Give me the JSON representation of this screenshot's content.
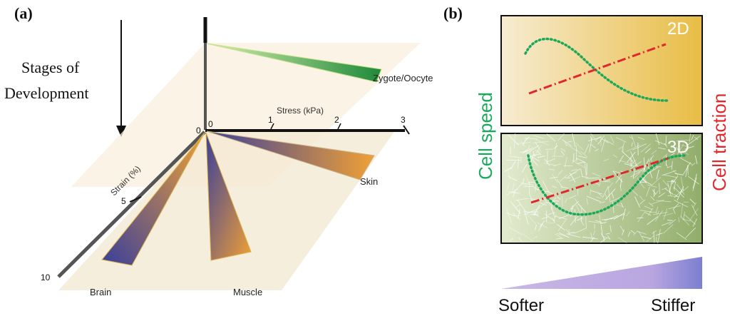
{
  "panel_a": {
    "label": "(a)",
    "stages_line1": "Stages of",
    "stages_line2": "Development",
    "stress_axis_label": "Stress (kPa)",
    "strain_axis_label": "Strain (%)",
    "stress_ticks": [
      "0",
      "1",
      "2",
      "3"
    ],
    "strain_ticks": [
      "0",
      "5",
      "10"
    ],
    "tissues": {
      "zygote": "Zygote/Oocyte",
      "skin": "Skin",
      "brain": "Brain",
      "muscle": "Muscle"
    },
    "colors": {
      "zygote": "#1f8a3a",
      "tissue_blue": "#3a3f9a",
      "tissue_orange": "#f0a035"
    }
  },
  "panel_b": {
    "label": "(b)",
    "top_panel_label": "2D",
    "bottom_panel_label": "3D",
    "left_axis_label": "Cell speed",
    "right_axis_label": "Cell traction",
    "scale_low": "Softer",
    "scale_high": "Stiffer",
    "colors": {
      "speed": "#1aa85a",
      "traction": "#e0282c",
      "gradient_low": "#c9b7e6",
      "gradient_high": "#7b7fd0"
    }
  }
}
